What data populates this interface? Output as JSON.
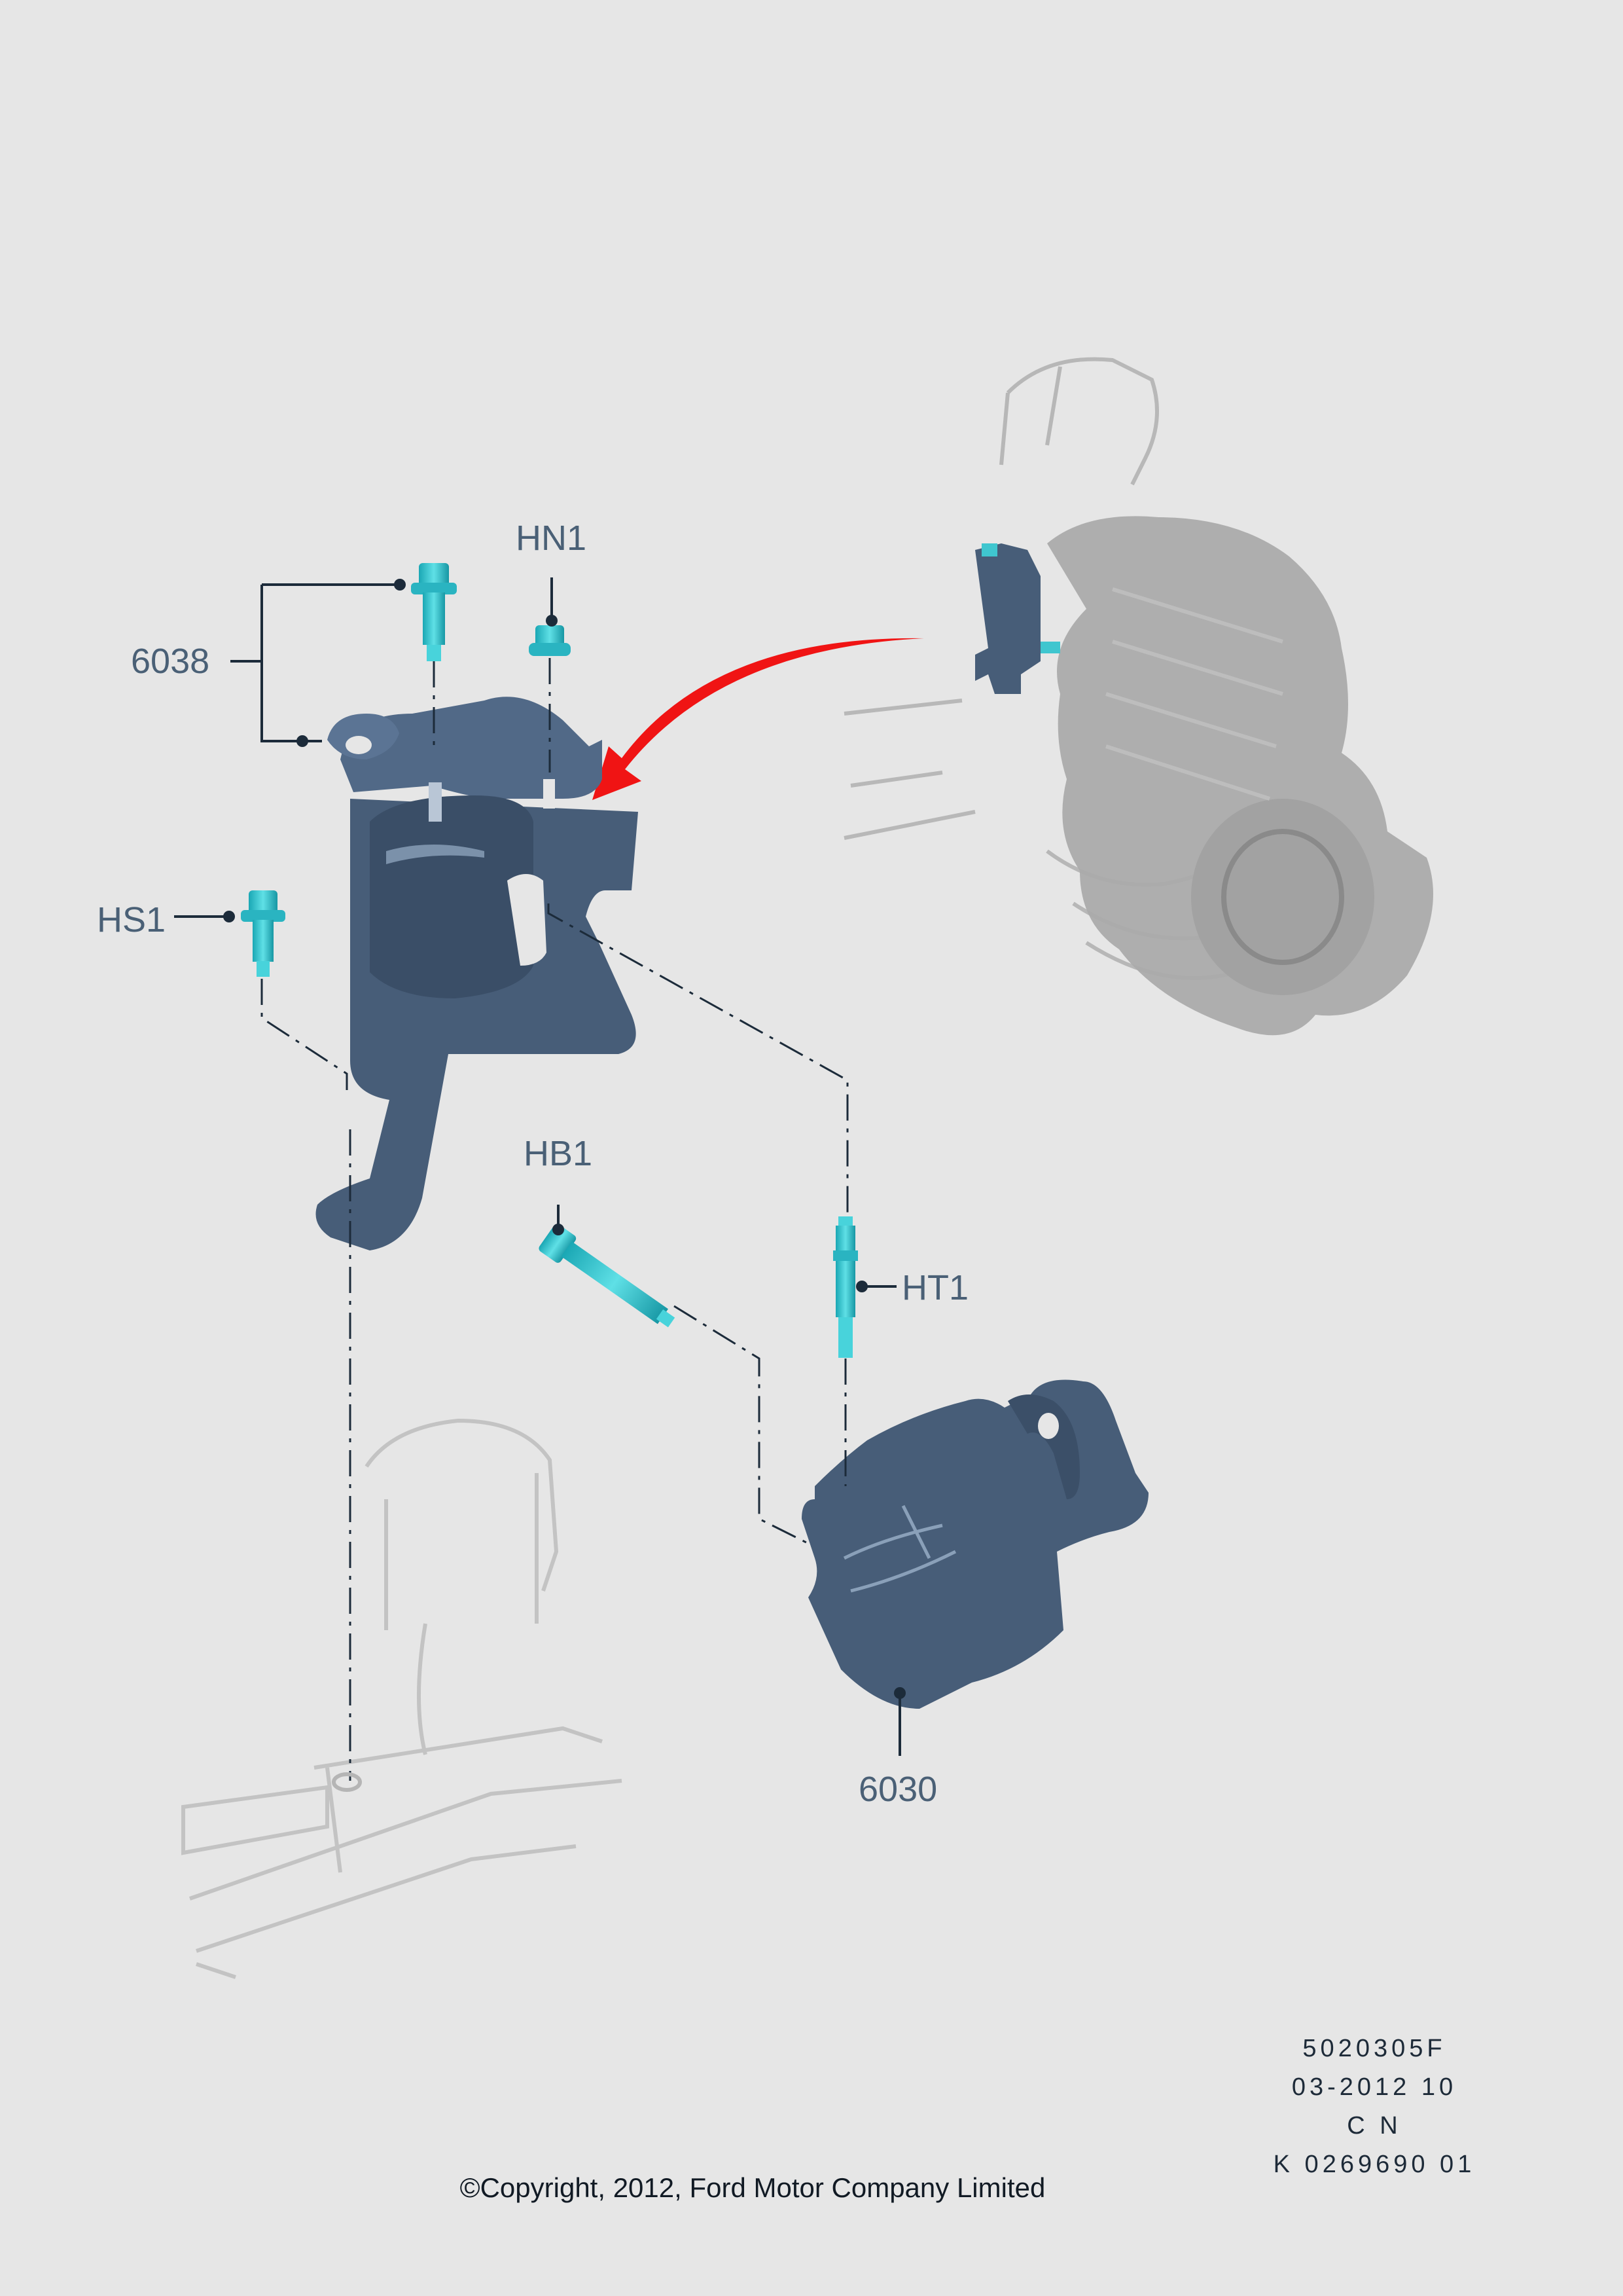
{
  "callouts": {
    "p6038": "6038",
    "hn1": "HN1",
    "hs1": "HS1",
    "hb1": "HB1",
    "ht1": "HT1",
    "p6030": "6030"
  },
  "reference": {
    "line1": "5020305F",
    "line2": "03-2012 10",
    "line3": "C N",
    "line4": "K 0269690 01"
  },
  "copyright": "©Copyright, 2012, Ford Motor Company Limited",
  "colors": {
    "background": "#e6e6e6",
    "part_body": "#475d78",
    "fastener": "#3fc6cf",
    "ghost": "#aaaaaa",
    "arrow": "#f01414",
    "leader": "#1c2b3a"
  }
}
